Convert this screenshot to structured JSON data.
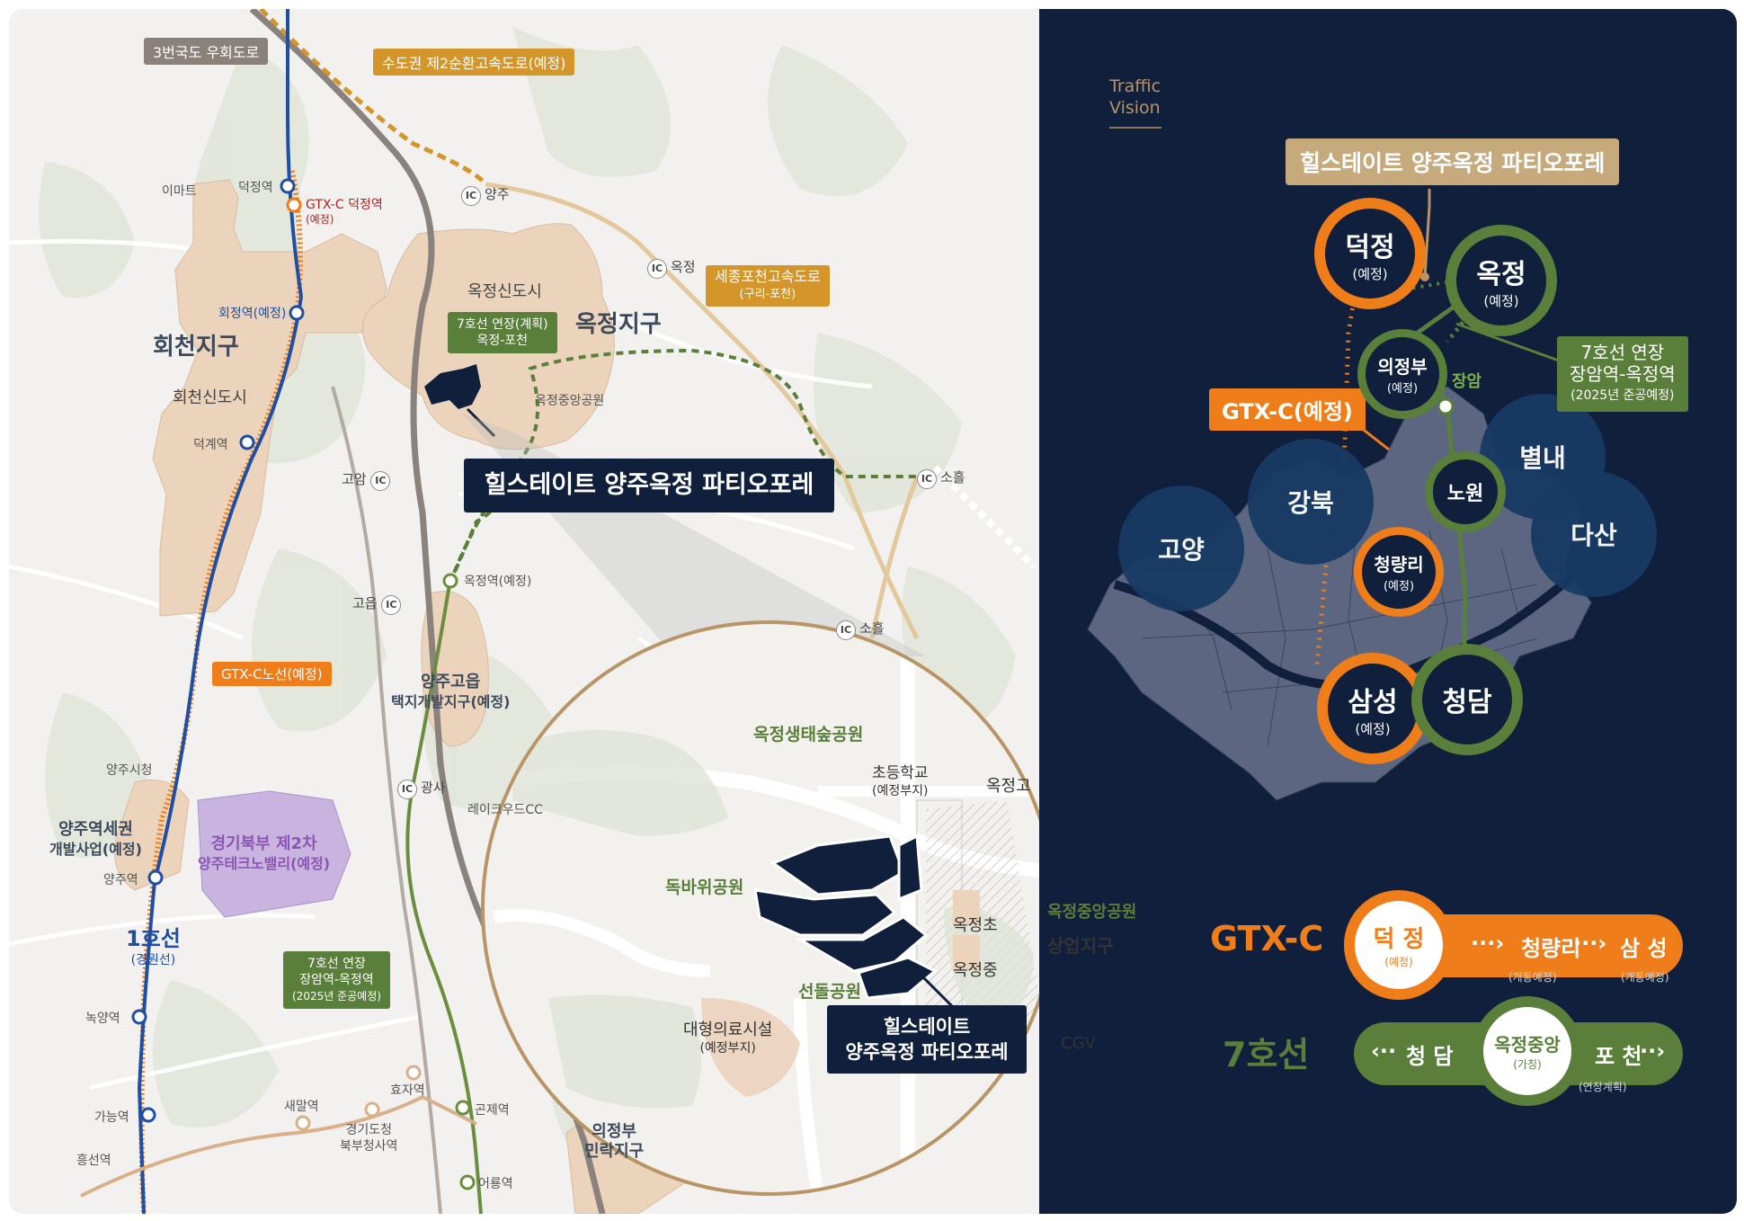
{
  "colors": {
    "navy": "#0f1f3c",
    "gtx_orange": "#ef7d1a",
    "line7_green": "#5a7f3a",
    "line1_blue": "#1f4fa3",
    "district_fill": "#ecd3bb",
    "map_bg": "#f2f1ef"
  },
  "map": {
    "top_tags": {
      "route3": "3번국도 우회도로",
      "ring2": "수도권 제2순환고속도로(예정)",
      "sejong_line1": "세종포천고속도로",
      "sejong_line2": "(구리-포천)",
      "gtxc_line": "GTX-C노선(예정)"
    },
    "ic_labels": {
      "yangju": "양주",
      "okjeong": "옥정",
      "goam": "고암",
      "soheul": "소흘",
      "goeup": "고읍",
      "soheul2": "소흘",
      "gwangsa": "광사",
      "ic": "IC"
    },
    "stations": {
      "deokjeong": "덕정역",
      "gtxc_deokjeong_1": "GTX-C 덕정역",
      "gtxc_deokjeong_2": "(예정)",
      "hoejeong": "회정역(예정)",
      "deokgye": "덕계역",
      "okjeong_st": "옥정역(예정)",
      "yangju": "양주역",
      "nogyang": "녹양역",
      "ganeung": "가능역",
      "heungseon": "흥선역",
      "saemal": "새말역",
      "hyoja": "효자역",
      "gonje": "곤제역",
      "eoryong": "어룡역",
      "gyeonggi_bukbu": "경기도청\n북부청사역"
    },
    "places": {
      "emart": "이마트",
      "hoecheon_district": "회천지구",
      "hoecheon_newtown": "회천신도시",
      "okjeong_newtown": "옥정신도시",
      "okjeong_district": "옥정지구",
      "okjeong_central_park": "옥정중앙공원",
      "yangju_city_hall": "양주시청",
      "yangju_station_area_1": "양주역세권",
      "yangju_station_area_2": "개발사업(예정)",
      "techno_valley_1": "경기북부 제2차",
      "techno_valley_2": "양주테크노밸리(예정)",
      "goeup_1": "양주고읍",
      "goeup_2": "택지개발지구(예정)",
      "lakewood": "레이크우드CC",
      "line1_title": "1호선",
      "line1_sub": "(경원선)",
      "minrak_1": "의정부",
      "minrak_2": "민락지구"
    },
    "line7_tag_top": {
      "l1": "7호선 연장(계획)",
      "l2": "옥정-포천"
    },
    "line7_tag_bottom": {
      "l1": "7호선 연장",
      "l2": "장암역-옥정역",
      "l3": "(2025년 준공예정)"
    },
    "project_label": "힐스테이트 양주옥정 파티오포레"
  },
  "inset": {
    "labels": {
      "eco_park": "옥정생태숲공원",
      "elementary_1": "초등학교",
      "elementary_2": "(예정부지)",
      "okjeong_high": "옥정고",
      "dokbawi": "독바위공원",
      "okjeong_elem": "옥정초",
      "okjeong_mid": "옥정중",
      "central_park": "옥정중앙공원",
      "commercial": "상업지구",
      "seondol": "선돌공원",
      "hospital_1": "대형의료시설",
      "hospital_2": "(예정부지)",
      "cgv": "CGV"
    },
    "project_l1": "힐스테이트",
    "project_l2": "양주옥정 파티오포레"
  },
  "vision": {
    "heading_l1": "Traffic",
    "heading_l2": "Vision",
    "project_tag": "힐스테이트 양주옥정 파티오포레",
    "gtxc_tag": "GTX-C(예정)",
    "line7_tag": {
      "l1": "7호선 연장",
      "l2": "장암역-옥정역",
      "l3": "(2025년 준공예정)"
    },
    "jangam": "장암",
    "areas": [
      "고양",
      "강북",
      "별내",
      "다산"
    ],
    "nodes": {
      "deokjeong": {
        "name": "덕정",
        "sub": "(예정)"
      },
      "okjeong": {
        "name": "옥정",
        "sub": "(예정)"
      },
      "uijeongbu": {
        "name": "의정부",
        "sub": "(예정)"
      },
      "nowon": {
        "name": "노원"
      },
      "cheongnyangni": {
        "name": "청량리",
        "sub": "(예정)"
      },
      "samseong": {
        "name": "삼성",
        "sub": "(예정)"
      },
      "cheongdam": {
        "name": "청담"
      }
    },
    "legend": {
      "gtxc_title": "GTX-C",
      "gtxc_start": "덕 정",
      "gtxc_start_sub": "(예정)",
      "gtxc_mid": "청량리",
      "gtxc_end": "삼 성",
      "gtxc_mid_note": "(개통예정)",
      "gtxc_end_note": "(개통예정)",
      "line7_title": "7호선",
      "line7_left": "청 담",
      "line7_center": "옥정중앙",
      "line7_center_sub": "(가칭)",
      "line7_right": "포 천",
      "line7_right_note": "(연장계획)"
    }
  }
}
